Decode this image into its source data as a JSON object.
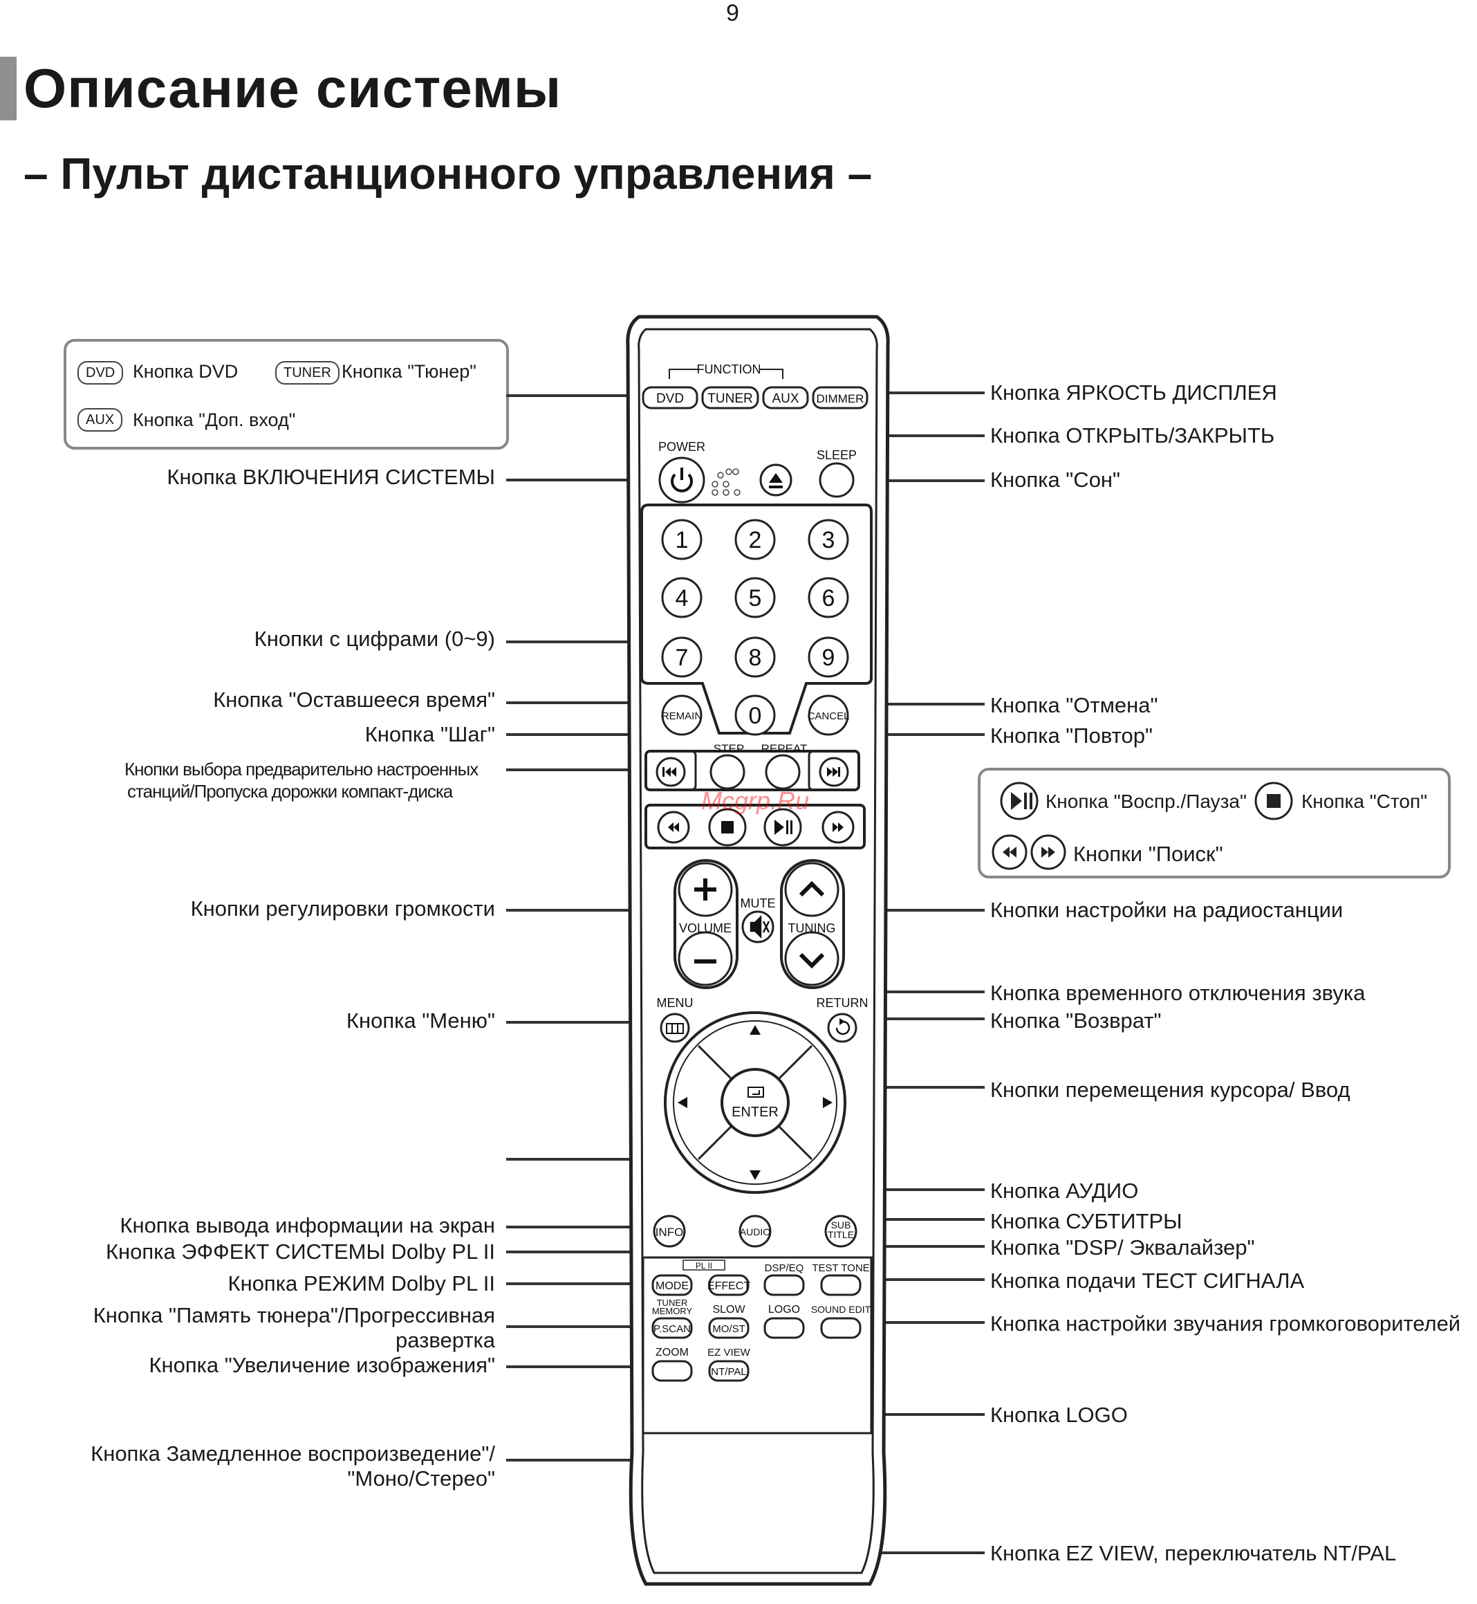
{
  "page_number": "9",
  "title": "Описание системы",
  "subtitle": "– Пульт дистанционного управления –",
  "watermark": "Mcgrp.Ru",
  "legend_function": {
    "dvd_chip": "DVD",
    "dvd_text": "Кнопка DVD",
    "tuner_chip": "TUNER",
    "tuner_text": "Кнопка \"Тюнер\"",
    "aux_chip": "AUX",
    "aux_text": "Кнопка \"Доп. вход\""
  },
  "legend_play": {
    "play_text": "Кнопка \"Воспр./Пауза\"",
    "stop_text": "Кнопка \"Стоп\"",
    "search_text": "Кнопки \"Поиск\""
  },
  "left_labels": {
    "power": "Кнопка ВКЛЮЧЕНИЯ СИСТЕМЫ",
    "digits": "Кнопки с цифрами (0~9)",
    "remain": "Кнопка \"Оставшееся время\"",
    "step": "Кнопка \"Шаг\"",
    "skip_line1": "Кнопки выбора предварительно настроенных",
    "skip_line2": "станций/Пропуска дорожки компакт-диска",
    "volume": "Кнопки регулировки громкости",
    "menu": "Кнопка \"Меню\"",
    "info": "Кнопка вывода информации на экран",
    "effect": "Кнопка ЭФФЕКТ СИСТЕМЫ Dolby PL II",
    "mode": "Кнопка РЕЖИМ Dolby PL II",
    "pscan_line1": "Кнопка \"Память тюнера\"/Прогрессивная",
    "pscan_line2": "развертка",
    "zoom": "Кнопка \"Увеличение изображения\"",
    "slow_line1": "Кнопка Замедленное воспроизведение\"/",
    "slow_line2": "\"Моно/Стерео\""
  },
  "right_labels": {
    "dimmer": "Кнопка ЯРКОСТЬ ДИСПЛЕЯ",
    "open_close": "Кнопка ОТКРЫТЬ/ЗАКРЫТЬ",
    "sleep": "Кнопка \"Сон\"",
    "cancel": "Кнопка \"Отмена\"",
    "repeat": "Кнопка \"Повтор\"",
    "tuning": "Кнопки настройки на радиостанции",
    "mute": "Кнопка временного отключения звука",
    "return": "Кнопка \"Возврат\"",
    "cursor": "Кнопки перемещения курсора/ Ввод",
    "audio": "Кнопка АУДИО",
    "subtitle": "Кнопка СУБТИТРЫ",
    "dsp": "Кнопка \"DSP/ Эквалайзер\"",
    "test_tone": "Кнопка подачи ТЕСТ СИГНАЛА",
    "sound_edit": "Кнопка настройки звучания громкоговорителей",
    "logo": "Кнопка LOGO",
    "ez_view": "Кнопка EZ VIEW, переключатель NT/PAL"
  },
  "remote": {
    "function_label": "FUNCTION",
    "dvd": "DVD",
    "tuner": "TUNER",
    "aux": "AUX",
    "dimmer": "DIMMER",
    "power": "POWER",
    "sleep": "SLEEP",
    "digits": [
      "1",
      "2",
      "3",
      "4",
      "5",
      "6",
      "7",
      "8",
      "9",
      "0"
    ],
    "remain": "REMAIN",
    "cancel": "CANCEL",
    "step": "STEP",
    "repeat": "REPEAT",
    "volume": "VOLUME",
    "mute": "MUTE",
    "tuning": "TUNING",
    "menu": "MENU",
    "return": "RETURN",
    "enter": "ENTER",
    "info": "INFO",
    "audio": "AUDIO",
    "sub_line1": "SUB",
    "sub_line2": "TITLE",
    "plii": "PL II",
    "mode": "MODE",
    "effect": "EFFECT",
    "dsp_eq": "DSP/EQ",
    "test_tone": "TEST TONE",
    "tuner_memory_line1": "TUNER",
    "tuner_memory_line2": "MEMORY",
    "slow": "SLOW",
    "logo": "LOGO",
    "sound_edit": "SOUND EDIT",
    "pscan": "P.SCAN",
    "mo_st": "MO/ST",
    "zoom": "ZOOM",
    "ez_view": "EZ VIEW",
    "nt_pal": "NT/PAL"
  }
}
